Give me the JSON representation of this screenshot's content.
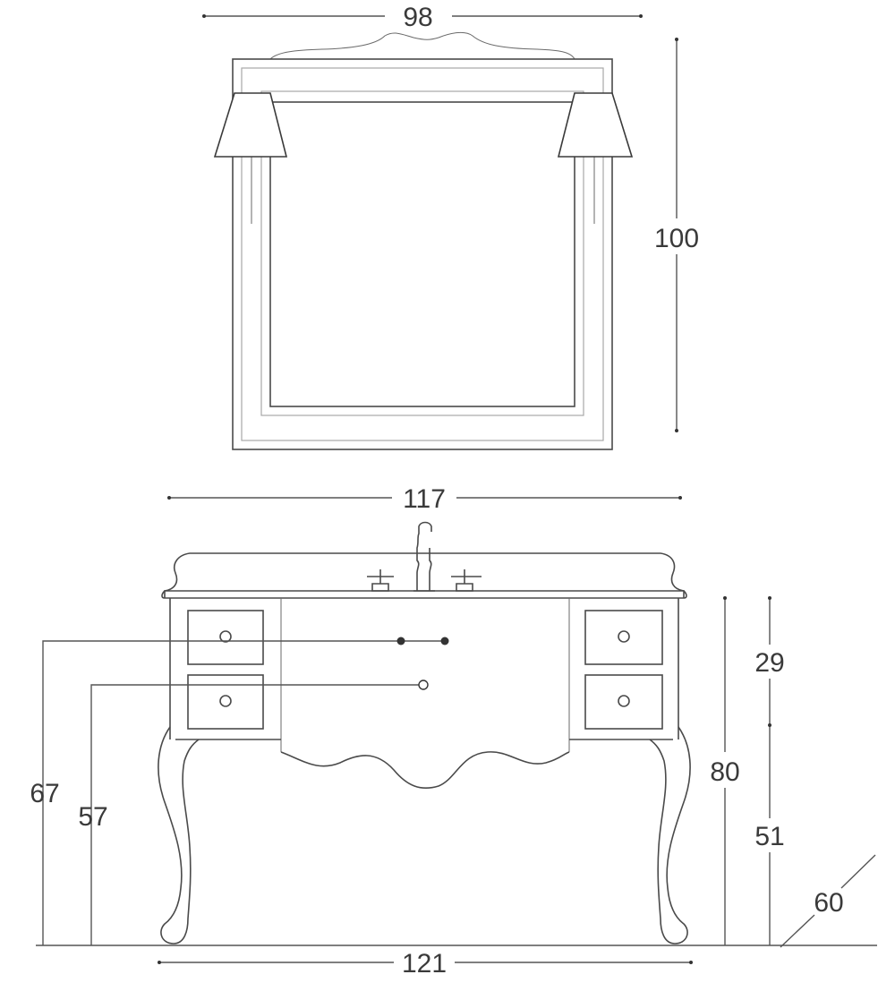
{
  "dimensions": {
    "mirror_width": "98",
    "mirror_height": "100",
    "top_width": "117",
    "cabinet_height": "80",
    "upper_section": "29",
    "leg_section": "51",
    "depth": "60",
    "base_width": "121",
    "drain_height_upper": "67",
    "drain_height_lower": "57"
  }
}
